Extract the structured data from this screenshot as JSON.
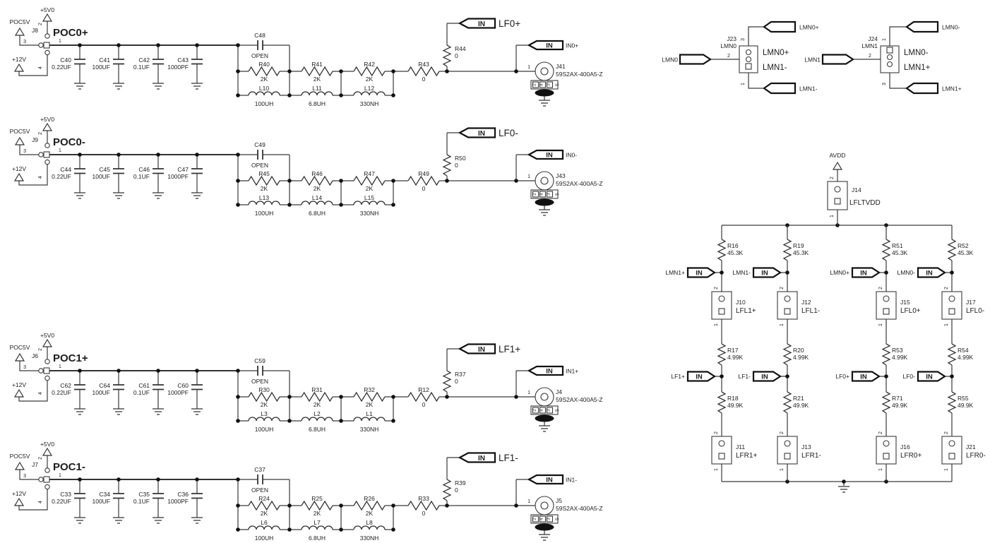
{
  "page": {
    "background": "#ffffff",
    "ink": "#1d1d1d"
  },
  "poc_rows": [
    {
      "net": "POC0+",
      "jref": "J8",
      "pwr": {
        "p5": "POC5V",
        "p5v0": "+5V0",
        "p12": "+12V"
      },
      "pins": {
        "p1": "1",
        "p2": "2",
        "p3": "3",
        "p4": "4"
      },
      "caps": [
        {
          "ref": "C40",
          "val": "0.22UF"
        },
        {
          "ref": "C41",
          "val": "100UF"
        },
        {
          "ref": "C42",
          "val": "0.1UF"
        },
        {
          "ref": "C43",
          "val": "1000PF"
        }
      ],
      "bypass": {
        "ref": "C48",
        "val": "OPEN"
      },
      "rs": [
        {
          "ref": "R40",
          "val": "2K"
        },
        {
          "ref": "R41",
          "val": "2K"
        },
        {
          "ref": "R42",
          "val": "2K"
        }
      ],
      "ls": [
        {
          "ref": "L10",
          "val": "100UH"
        },
        {
          "ref": "L11",
          "val": "6.8UH"
        },
        {
          "ref": "L12",
          "val": "330NH"
        }
      ],
      "sr": {
        "ref": "R43",
        "val": "0"
      },
      "tap": {
        "ref": "R44",
        "val": "0"
      },
      "lf_tag": {
        "in": "IN",
        "label": "LF0+"
      },
      "in_tag": {
        "in": "IN",
        "label": "IN0+"
      },
      "coax": {
        "pin": "1",
        "ref": "J41",
        "part": "59S2AX-400A5-Z",
        "gnd_pins": [
          "2",
          "4",
          "3",
          "5"
        ]
      }
    },
    {
      "net": "POC0-",
      "jref": "J9",
      "pwr": {
        "p5": "POC5V",
        "p5v0": "+5V0",
        "p12": "+12V"
      },
      "pins": {
        "p1": "1",
        "p2": "2",
        "p3": "3",
        "p4": "4"
      },
      "caps": [
        {
          "ref": "C44",
          "val": "0.22UF"
        },
        {
          "ref": "C45",
          "val": "100UF"
        },
        {
          "ref": "C46",
          "val": "0.1UF"
        },
        {
          "ref": "C47",
          "val": "1000PF"
        }
      ],
      "bypass": {
        "ref": "C49",
        "val": "OPEN"
      },
      "rs": [
        {
          "ref": "R45",
          "val": "2K"
        },
        {
          "ref": "R46",
          "val": "2K"
        },
        {
          "ref": "R47",
          "val": "2K"
        }
      ],
      "ls": [
        {
          "ref": "L13",
          "val": "100UH"
        },
        {
          "ref": "L14",
          "val": "6.8UH"
        },
        {
          "ref": "L15",
          "val": "330NH"
        }
      ],
      "sr": {
        "ref": "R49",
        "val": "0"
      },
      "tap": {
        "ref": "R50",
        "val": "0"
      },
      "lf_tag": {
        "in": "IN",
        "label": "LF0-"
      },
      "in_tag": {
        "in": "IN",
        "label": "IN0-"
      },
      "coax": {
        "pin": "1",
        "ref": "J43",
        "part": "59S2AX-400A5-Z",
        "gnd_pins": [
          "2",
          "4",
          "3",
          "5"
        ]
      }
    },
    {
      "net": "POC1+",
      "jref": "J6",
      "pwr": {
        "p5": "POC5V",
        "p5v0": "+5V0",
        "p12": "+12V"
      },
      "pins": {
        "p1": "1",
        "p2": "2",
        "p3": "3",
        "p4": "4"
      },
      "caps": [
        {
          "ref": "C62",
          "val": "0.22UF"
        },
        {
          "ref": "C64",
          "val": "100UF"
        },
        {
          "ref": "C61",
          "val": "0.1UF"
        },
        {
          "ref": "C60",
          "val": "1000PF"
        }
      ],
      "bypass": {
        "ref": "C59",
        "val": "OPEN"
      },
      "rs": [
        {
          "ref": "R30",
          "val": "2K"
        },
        {
          "ref": "R31",
          "val": "2K"
        },
        {
          "ref": "R32",
          "val": "2K"
        }
      ],
      "ls": [
        {
          "ref": "L3",
          "val": "100UH"
        },
        {
          "ref": "L2",
          "val": "6.8UH"
        },
        {
          "ref": "L1",
          "val": "330NH"
        }
      ],
      "sr": {
        "ref": "R12",
        "val": "0"
      },
      "tap": {
        "ref": "R37",
        "val": "0"
      },
      "lf_tag": {
        "in": "IN",
        "label": "LF1+"
      },
      "in_tag": {
        "in": "IN",
        "label": "IN1+"
      },
      "coax": {
        "pin": "1",
        "ref": "J4",
        "part": "59S2AX-400A5-Z",
        "gnd_pins": [
          "2",
          "4",
          "3",
          "5"
        ]
      }
    },
    {
      "net": "POC1-",
      "jref": "J7",
      "pwr": {
        "p5": "POC5V",
        "p5v0": "+5V0",
        "p12": "+12V"
      },
      "pins": {
        "p1": "1",
        "p2": "2",
        "p3": "3",
        "p4": "4"
      },
      "caps": [
        {
          "ref": "C33",
          "val": "0.22UF"
        },
        {
          "ref": "C34",
          "val": "100UF"
        },
        {
          "ref": "C35",
          "val": "0.1UF"
        },
        {
          "ref": "C36",
          "val": "1000PF"
        }
      ],
      "bypass": {
        "ref": "C37",
        "val": "OPEN"
      },
      "rs": [
        {
          "ref": "R24",
          "val": "2K"
        },
        {
          "ref": "R25",
          "val": "2K"
        },
        {
          "ref": "R26",
          "val": "2K"
        }
      ],
      "ls": [
        {
          "ref": "L6",
          "val": "100UH"
        },
        {
          "ref": "L7",
          "val": "6.8UH"
        },
        {
          "ref": "L8",
          "val": "330NH"
        }
      ],
      "sr": {
        "ref": "R33",
        "val": "0"
      },
      "tap": {
        "ref": "R39",
        "val": "0"
      },
      "lf_tag": {
        "in": "IN",
        "label": "LF1-"
      },
      "in_tag": {
        "in": "IN",
        "label": "IN1-"
      },
      "coax": {
        "pin": "1",
        "ref": "J5",
        "part": "59S2AX-400A5-Z",
        "gnd_pins": [
          "2",
          "4",
          "3",
          "5"
        ]
      }
    }
  ],
  "headers": [
    {
      "ref": "J23",
      "name": "LMN0",
      "left_label": "LMN0",
      "pin_left": "2",
      "pin_top": "3",
      "pin_bot": "1",
      "inner_top": "LMN0+",
      "inner_bot": "LMN1-",
      "tag_top": "LMN0+",
      "tag_bot": "LMN1-"
    },
    {
      "ref": "J24",
      "name": "LMN1",
      "left_label": "LMN1",
      "pin_left": "2",
      "pin_top": "1",
      "pin_bot": "3",
      "inner_top": "LMN0-",
      "inner_bot": "LMN1+",
      "tag_top": "LMN0-",
      "tag_bot": "LMN1+"
    }
  ],
  "network": {
    "avdd": "AVDD",
    "j14": {
      "ref": "J14",
      "name": "LFLTVDD",
      "pin_top": "2",
      "pin_bot": "1"
    },
    "columns": [
      {
        "top_r": {
          "ref": "R16",
          "val": "45.3K"
        },
        "lmn_tag": {
          "in": "IN",
          "label": "LMN1+"
        },
        "upper_j": {
          "ref": "J10",
          "name": "LFL1+",
          "pin_top": "2",
          "pin_bot": "1"
        },
        "mid_r": {
          "ref": "R17",
          "val": "4.99K"
        },
        "lf_tag": {
          "in": "IN",
          "label": "LF1+"
        },
        "low_r": {
          "ref": "R18",
          "val": "49.9K"
        },
        "lower_j": {
          "ref": "J11",
          "name": "LFR1+",
          "pin_top": "2",
          "pin_bot": "1"
        }
      },
      {
        "top_r": {
          "ref": "R19",
          "val": "45.3K"
        },
        "lmn_tag": {
          "in": "IN",
          "label": "LMN1-"
        },
        "upper_j": {
          "ref": "J12",
          "name": "LFL1-",
          "pin_top": "2",
          "pin_bot": "1"
        },
        "mid_r": {
          "ref": "R20",
          "val": "4.99K"
        },
        "lf_tag": {
          "in": "IN",
          "label": "LF1-"
        },
        "low_r": {
          "ref": "R21",
          "val": "49.9K"
        },
        "lower_j": {
          "ref": "J13",
          "name": "LFR1-",
          "pin_top": "2",
          "pin_bot": "1"
        }
      },
      {
        "top_r": {
          "ref": "R51",
          "val": "45.3K"
        },
        "lmn_tag": {
          "in": "IN",
          "label": "LMN0+"
        },
        "upper_j": {
          "ref": "J15",
          "name": "LFL0+",
          "pin_top": "2",
          "pin_bot": "1"
        },
        "mid_r": {
          "ref": "R53",
          "val": "4.99K"
        },
        "lf_tag": {
          "in": "IN",
          "label": "LF0+"
        },
        "low_r": {
          "ref": "R71",
          "val": "49.9K"
        },
        "lower_j": {
          "ref": "J16",
          "name": "LFR0+",
          "pin_top": "2",
          "pin_bot": "1"
        }
      },
      {
        "top_r": {
          "ref": "R52",
          "val": "45.3K"
        },
        "lmn_tag": {
          "in": "IN",
          "label": "LMN0-"
        },
        "upper_j": {
          "ref": "J17",
          "name": "LFL0-",
          "pin_top": "2",
          "pin_bot": "1"
        },
        "mid_r": {
          "ref": "R54",
          "val": "4.99K"
        },
        "lf_tag": {
          "in": "IN",
          "label": "LF0-"
        },
        "low_r": {
          "ref": "R55",
          "val": "49.9K"
        },
        "lower_j": {
          "ref": "J21",
          "name": "LFR0-",
          "pin_top": "2",
          "pin_bot": "1"
        }
      }
    ]
  }
}
